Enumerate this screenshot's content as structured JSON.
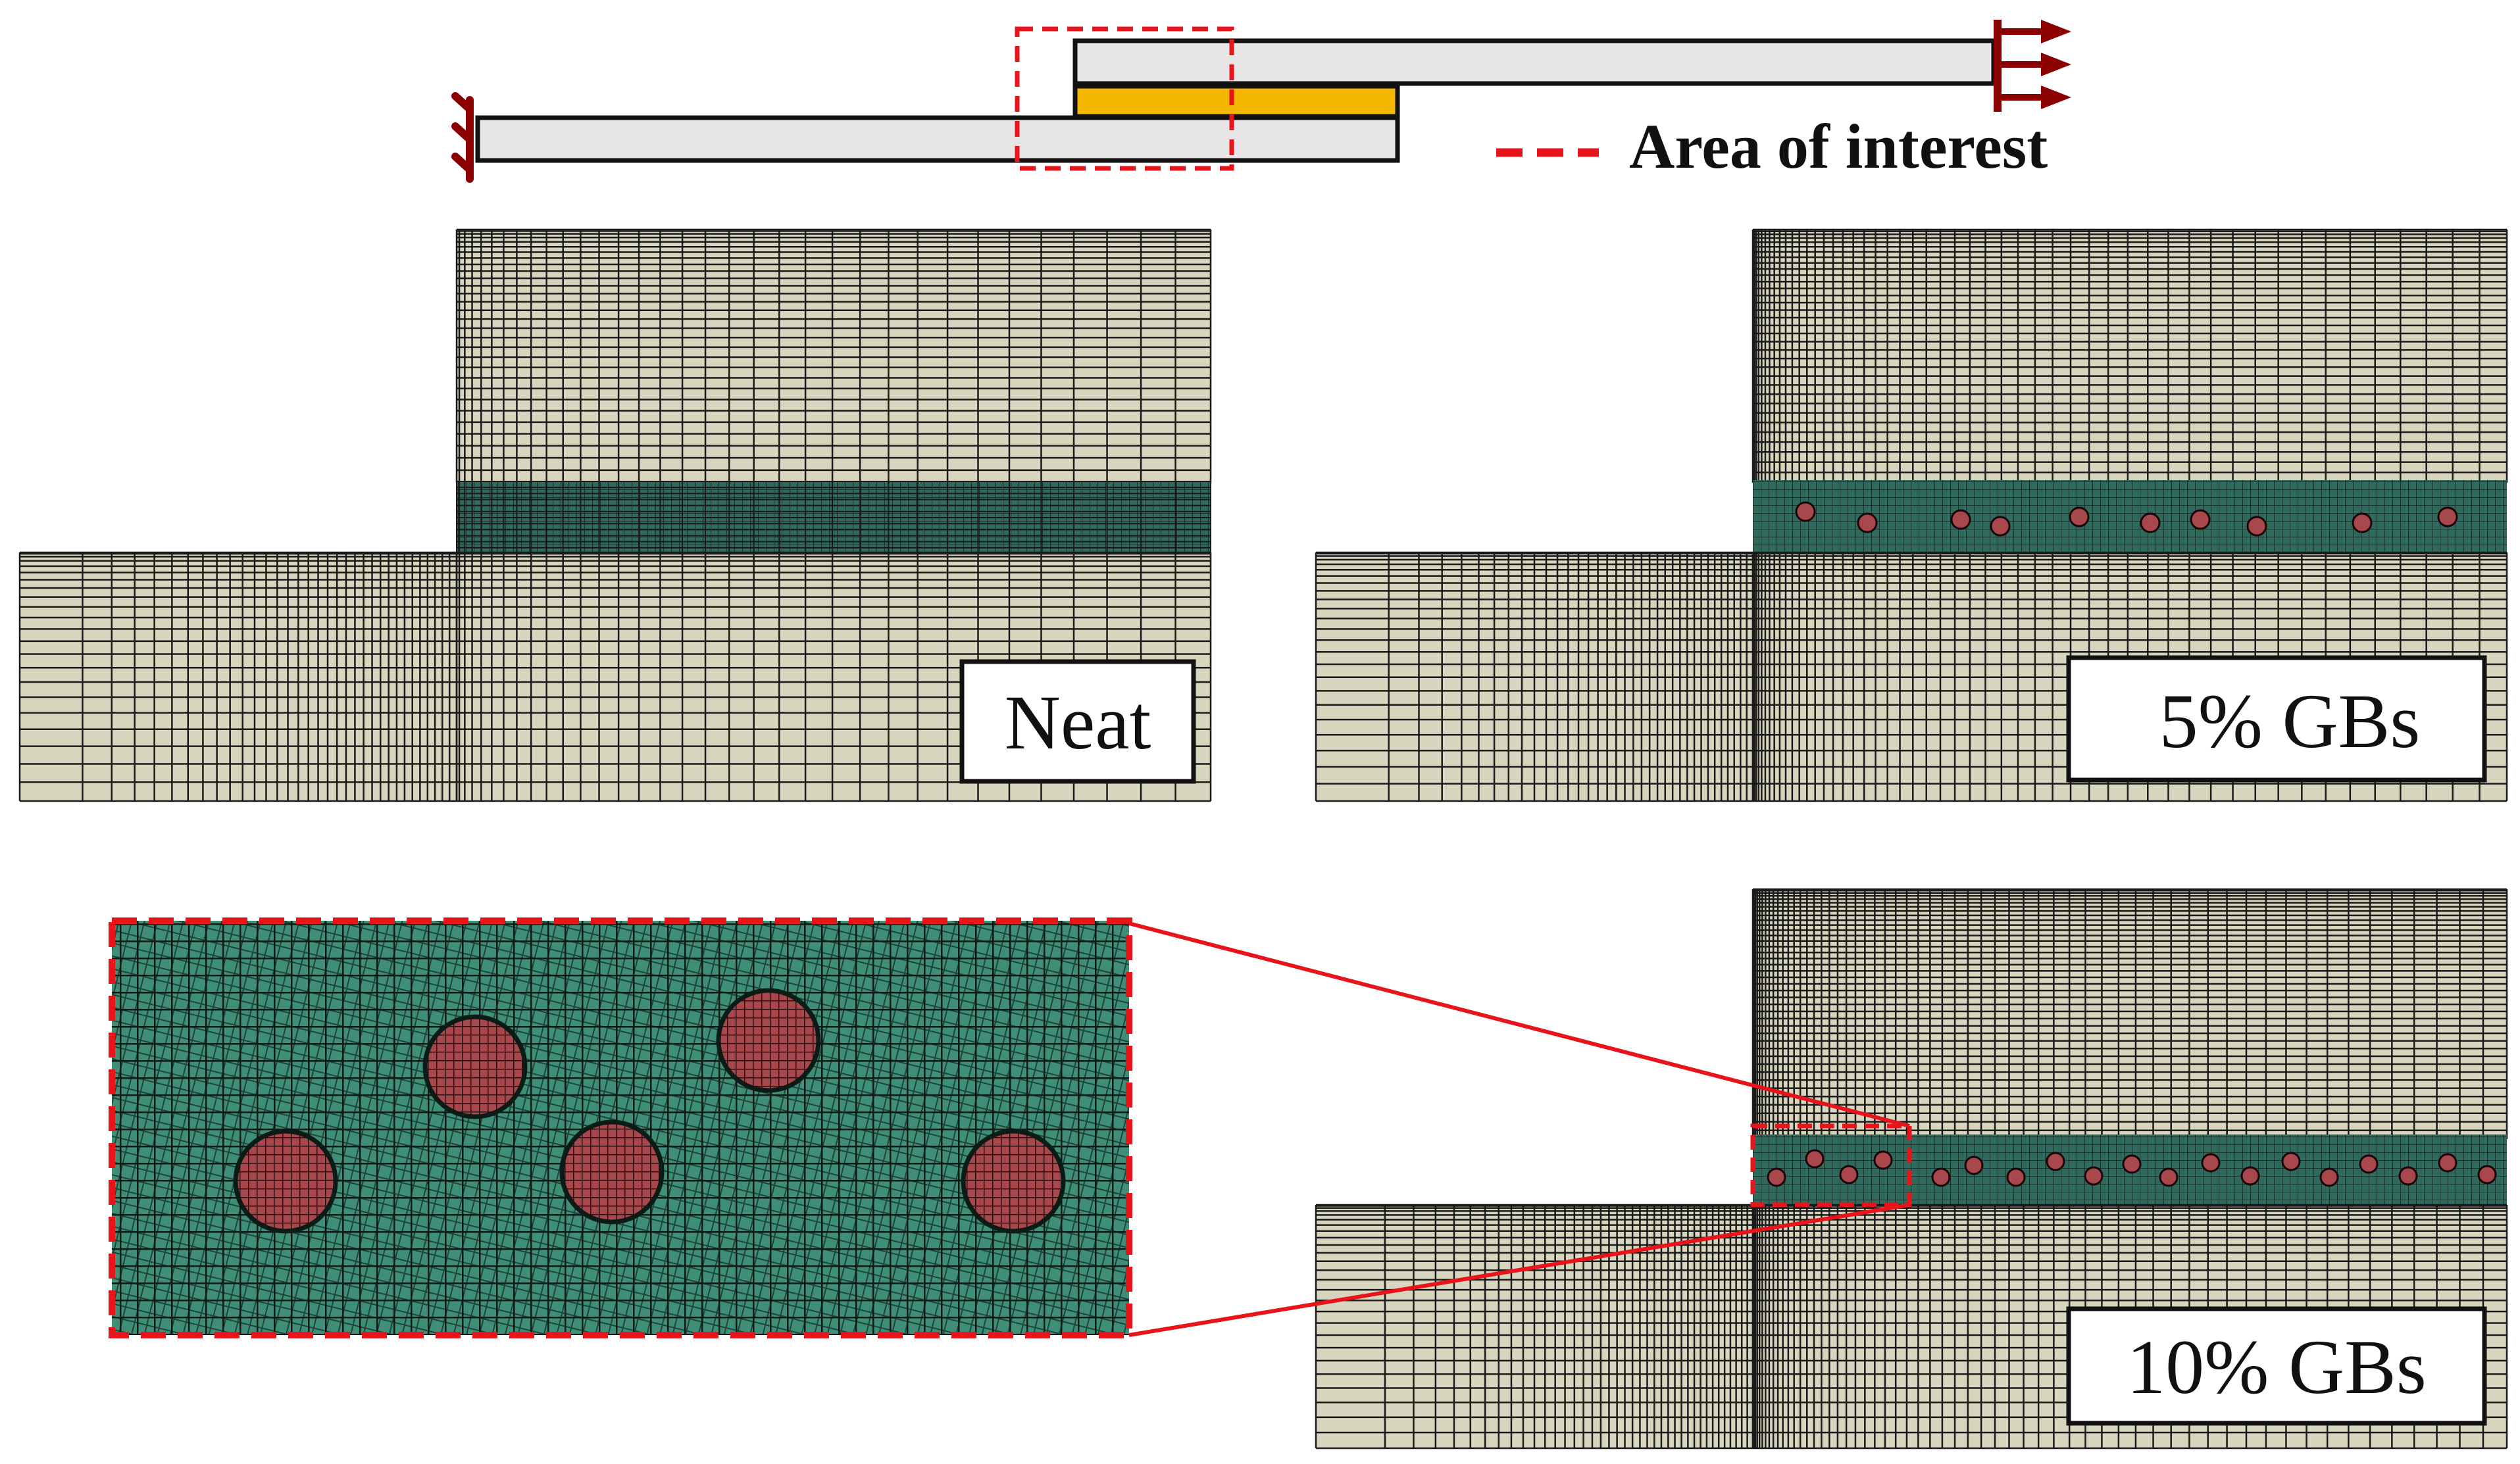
{
  "schematic": {
    "legend_label": "Area of interest",
    "upper_adherend_color": "#e6e6e6",
    "lower_adherend_color": "#e6e6e6",
    "adhesive_color": "#f5b800",
    "boundary_color": "#8b0000",
    "interest_box_color": "#e8141b"
  },
  "panels": {
    "neat": {
      "label": "Neat"
    },
    "gb5": {
      "label": "5% GBs"
    },
    "gb10": {
      "label": "10% GBs"
    }
  },
  "colors": {
    "adherend_fill": "#d7d5bd",
    "adhesive_fill": "#2e6b5c",
    "zoom_fill": "#3f8f78",
    "particle_fill": "#a8484c",
    "mesh_line": "#1a1a1a",
    "callout_red": "#e8141b"
  }
}
